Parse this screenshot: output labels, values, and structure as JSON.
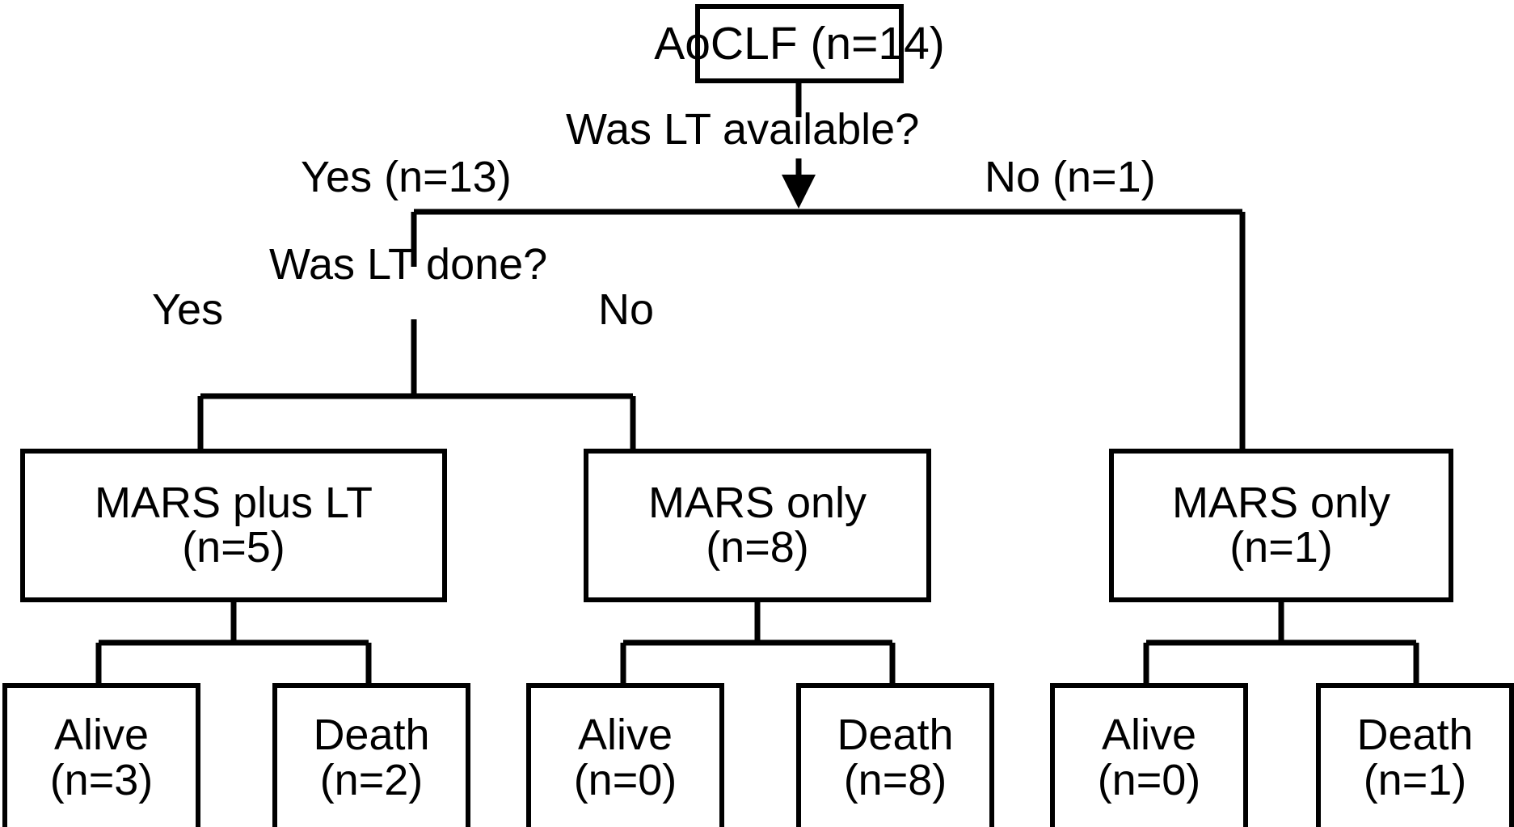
{
  "diagram": {
    "title": "AoCLF patient flow diagram",
    "type": "flowchart",
    "line_color": "#000000",
    "box_fill": "#ffffff",
    "nodes": {
      "root": {
        "label": "AoCLF (n=14)"
      },
      "mars_plus_lt": {
        "line1": "MARS plus LT",
        "line2": "(n=5)"
      },
      "mars_only_mid": {
        "line1": "MARS only",
        "line2": "(n=8)"
      },
      "mars_only_right": {
        "line1": "MARS only",
        "line2": "(n=1)"
      },
      "alive_left": {
        "line1": "Alive",
        "line2": "(n=3)"
      },
      "death_left": {
        "line1": "Death",
        "line2": "(n=2)"
      },
      "alive_mid": {
        "line1": "Alive",
        "line2": "(n=0)"
      },
      "death_mid": {
        "line1": "Death",
        "line2": "(n=8)"
      },
      "alive_right": {
        "line1": "Alive",
        "line2": "(n=0)"
      },
      "death_right": {
        "line1": "Death",
        "line2": "(n=1)"
      }
    },
    "labels": {
      "q_lt_available": "Was LT available?",
      "branch_available_yes": "Yes (n=13)",
      "branch_available_no": "No (n=1)",
      "q_lt_done": "Was LT done?",
      "branch_done_yes": "Yes",
      "branch_done_no": "No"
    }
  }
}
